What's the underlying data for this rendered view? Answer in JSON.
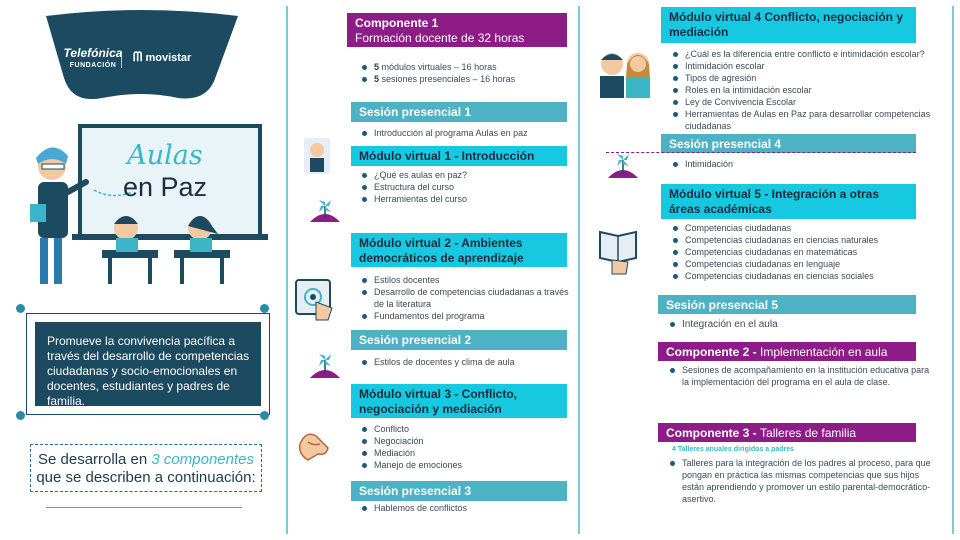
{
  "brand": {
    "telefonica": "Telefónica",
    "fundacion": "FUNDACIÓN",
    "movistar": "movistar",
    "title_line1": "Aulas",
    "title_line2": "en Paz",
    "colors": {
      "navy": "#1c4a60",
      "purple": "#8e1c86",
      "cyan": "#16c9e0",
      "teal": "#4cb2c4"
    }
  },
  "intro": {
    "promo": "Promueve la convivencia pacífica a través del desarrollo de competencias ciudadanas y socio-emocionales en docentes, estudiantes y padres de familia.",
    "develops_prefix": "Se desarrolla en",
    "develops_highlight": "3 componentes",
    "develops_suffix": "que se describen a continuación:"
  },
  "col1": {
    "componente1_title": "Componente 1",
    "componente1_sub": "Formación docente de 32 horas",
    "componente1_items": [
      {
        "bold": "5",
        "text": " módulos virtuales – 16 horas"
      },
      {
        "bold": "5",
        "text": " sesiones presenciales – 16 horas"
      }
    ],
    "sesion1_title": "Sesión presencial 1",
    "sesion1_items": [
      "Introducción al programa Aulas en paz"
    ],
    "modulo1_title": "Módulo virtual 1 - Introducción",
    "modulo1_items": [
      "¿Qué es aulas en paz?",
      "Estructura del curso",
      "Herramientas del curso"
    ],
    "modulo2_title": "Módulo virtual 2 - Ambientes democráticos de aprendizaje",
    "modulo2_items": [
      "Estilos docentes",
      "Desarrollo de competencias ciudadanas a través de la literatura",
      "Fundamentos del programa"
    ],
    "sesion2_title": "Sesión presencial  2",
    "sesion2_items": [
      "Estilos de  docentes  y clima de aula"
    ],
    "modulo3_title": "Módulo virtual 3 - Conflicto, negociación y mediación",
    "modulo3_items": [
      "Conflicto",
      "Negociación",
      "Mediación",
      "Manejo de emociones"
    ],
    "sesion3_title": "Sesión presencial  3",
    "sesion3_items": [
      "Hablemos de conflictos"
    ]
  },
  "col2": {
    "modulo4_title": "Módulo virtual 4 Conflicto, negociación y mediación",
    "modulo4_items": [
      "¿Cuál es la diferencia entre conflicto e intimidación escolar?",
      "Intimidación escolar",
      "Tipos de agresión",
      "Roles en la intimidación escolar",
      "Ley de Convivencia Escolar",
      "Herramientas de Aulas en Paz para desarrollar competencias ciudadanas"
    ],
    "sesion4_title": "Sesión presencial  4",
    "sesion4_items": [
      "Intimidación"
    ],
    "modulo5_title": "Módulo virtual 5 - Integración a otras áreas académicas",
    "modulo5_items": [
      "Competencias ciudadanas",
      "Competencias ciudadanas en ciencias naturales",
      "Competencias ciudadanas en matemáticas",
      "Competencias ciudadanas en lenguaje",
      "Competencias ciudadanas en ciencias sociales"
    ],
    "sesion5_title": "Sesión presencial  5",
    "sesion5_items": [
      "Integración en el aula"
    ],
    "componente2_label": "Componente 2 - ",
    "componente2_text": "Implementación en aula",
    "componente2_items": [
      "Sesiones de acompañamiento en la institución educativa para la implementación del programa en el aula de clase."
    ],
    "componente3_label": "Componente 3 - ",
    "componente3_text": "Talleres de familia",
    "componente3_note": "4 Talleres anuales dirigidos a padres",
    "componente3_items": [
      "Talleres para la integración de los padres al proceso, para que pongan en práctica las mismas competencias que sus hijos están aprendiendo y promover un estilo parental-democrático-asertivo."
    ]
  }
}
